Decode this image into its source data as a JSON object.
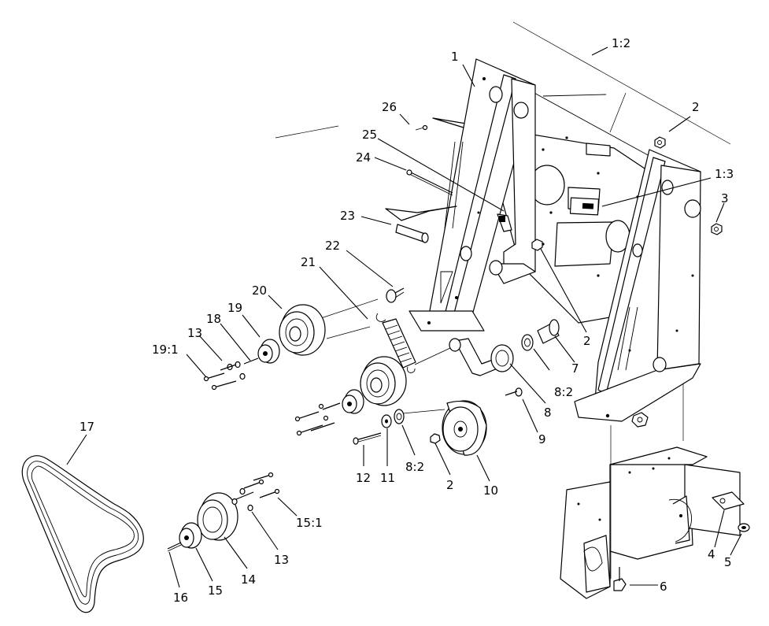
{
  "callouts": [
    {
      "id": "c1",
      "text": "1"
    },
    {
      "id": "c1_2",
      "text": "1:2"
    },
    {
      "id": "c2a",
      "text": "2"
    },
    {
      "id": "c26",
      "text": "26"
    },
    {
      "id": "c25",
      "text": "25"
    },
    {
      "id": "c24",
      "text": "24"
    },
    {
      "id": "c1_3",
      "text": "1:3"
    },
    {
      "id": "c3",
      "text": "3"
    },
    {
      "id": "c23",
      "text": "23"
    },
    {
      "id": "c22",
      "text": "22"
    },
    {
      "id": "c21",
      "text": "21"
    },
    {
      "id": "c20",
      "text": "20"
    },
    {
      "id": "c19",
      "text": "19"
    },
    {
      "id": "c18",
      "text": "18"
    },
    {
      "id": "c13a",
      "text": "13"
    },
    {
      "id": "c19_1",
      "text": "19:1"
    },
    {
      "id": "c2b",
      "text": "2"
    },
    {
      "id": "c7",
      "text": "7"
    },
    {
      "id": "c8_2a",
      "text": "8:2"
    },
    {
      "id": "c8",
      "text": "8"
    },
    {
      "id": "c9",
      "text": "9"
    },
    {
      "id": "c12",
      "text": "12"
    },
    {
      "id": "c11",
      "text": "11"
    },
    {
      "id": "c8_2b",
      "text": "8:2"
    },
    {
      "id": "c2c",
      "text": "2"
    },
    {
      "id": "c10",
      "text": "10"
    },
    {
      "id": "c17",
      "text": "17"
    },
    {
      "id": "c15_1",
      "text": "15:1"
    },
    {
      "id": "c13b",
      "text": "13"
    },
    {
      "id": "c14",
      "text": "14"
    },
    {
      "id": "c15",
      "text": "15"
    },
    {
      "id": "c16",
      "text": "16"
    },
    {
      "id": "c4",
      "text": "4"
    },
    {
      "id": "c5",
      "text": "5"
    },
    {
      "id": "c6",
      "text": "6"
    }
  ]
}
